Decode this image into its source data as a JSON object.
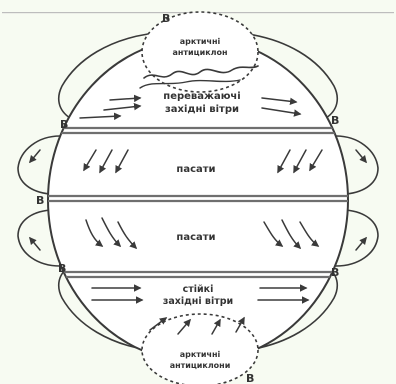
{
  "colors": {
    "paper": "#f7fbf2",
    "ink": "#3a3a3a",
    "belt": "#6f6f6f"
  },
  "labels": {
    "arctic_top": [
      "арктичні",
      "антициклон"
    ],
    "prevailing": [
      "переважаючі",
      "західні вітри"
    ],
    "trade_north": "пасати",
    "trade_south": "пасати",
    "stable": [
      "стійкі",
      "західні вітри"
    ],
    "arctic_bottom": [
      "арктичні",
      "антициклони"
    ],
    "east_marker": "В"
  }
}
